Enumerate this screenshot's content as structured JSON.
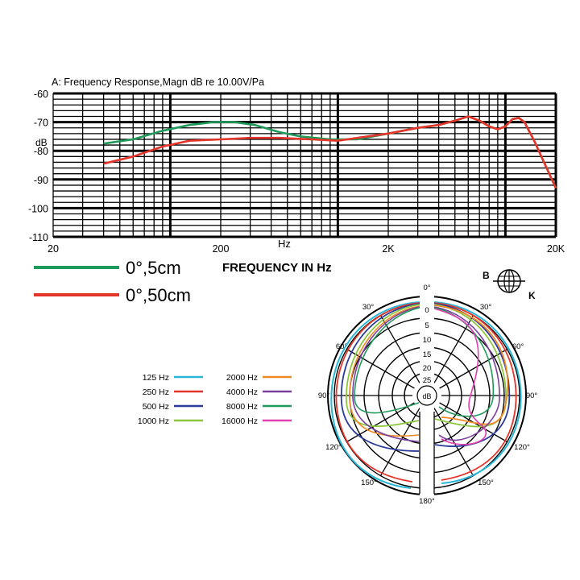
{
  "chart_data": [
    {
      "type": "line",
      "title": "A: Frequency Response,Magn dB re 10.00V/Pa",
      "xlabel": "FREQUENCY IN Hz",
      "x_unit_label": "Hz",
      "ylabel": "dB",
      "x_scale": "log",
      "xlim": [
        20,
        20000
      ],
      "ylim": [
        -110,
        -60
      ],
      "x_tick_labels": [
        "20",
        "200",
        "2K",
        "20K"
      ],
      "x_tick_values": [
        20,
        200,
        2000,
        20000
      ],
      "y_tick_labels": [
        "-60",
        "-70",
        "-80",
        "-90",
        "-100",
        "-110"
      ],
      "y_tick_values": [
        -60,
        -70,
        -80,
        -90,
        -100,
        -110
      ],
      "grid": true,
      "legend_position": "below",
      "series": [
        {
          "name": "0°,5cm",
          "color": "#1f9a5a",
          "x": [
            40,
            60,
            90,
            130,
            180,
            240,
            320,
            450,
            600,
            900,
            1300,
            2000,
            3000,
            4000,
            5000,
            6000,
            7000,
            8000,
            9000,
            10000,
            11000,
            12000,
            13000,
            15000,
            17000,
            20000
          ],
          "y": [
            -77.5,
            -76,
            -73,
            -71,
            -70,
            -70,
            -71,
            -73.5,
            -75,
            -76,
            -76,
            -74,
            -72,
            -71,
            -69.5,
            -68,
            -69.5,
            -71.5,
            -72.5,
            -71.5,
            -69,
            -68.5,
            -70,
            -77,
            -84,
            -93
          ]
        },
        {
          "name": "0°,50cm",
          "color": "#e5342a",
          "x": [
            40,
            60,
            90,
            130,
            200,
            300,
            450,
            700,
            1000,
            1500,
            2000,
            3000,
            4000,
            5000,
            6000,
            7000,
            8000,
            9000,
            10000,
            11000,
            12000,
            13000,
            15000,
            17000,
            20000
          ],
          "y": [
            -84.5,
            -82,
            -78.5,
            -76.5,
            -76,
            -75.5,
            -75.5,
            -76,
            -76.5,
            -75,
            -74,
            -72,
            -71,
            -69.5,
            -68,
            -69.5,
            -71.5,
            -72.5,
            -71.5,
            -69,
            -68.5,
            -70,
            -77,
            -84,
            -93
          ]
        }
      ]
    },
    {
      "type": "polar",
      "r_unit": "dB",
      "angle_labels": [
        "0°",
        "30°",
        "60°",
        "90°",
        "120°",
        "150°",
        "180°",
        "30°",
        "60°",
        "90°",
        "120°",
        "150°"
      ],
      "ring_labels": [
        "0",
        "5",
        "10",
        "15",
        "20",
        "25"
      ],
      "legend": [
        {
          "label": "125 Hz",
          "color": "#29b6d8"
        },
        {
          "label": "250 Hz",
          "color": "#e5342a"
        },
        {
          "label": "500 Hz",
          "color": "#2a3a9a"
        },
        {
          "label": "1000 Hz",
          "color": "#8cc63f"
        },
        {
          "label": "2000 Hz",
          "color": "#f08a24"
        },
        {
          "label": "4000 Hz",
          "color": "#7b3f9e"
        },
        {
          "label": "8000 Hz",
          "color": "#1f9a5a"
        },
        {
          "label": "16000 Hz",
          "color": "#e23fb0"
        }
      ]
    }
  ],
  "logo": {
    "left_letter": "B",
    "right_letter": "K"
  }
}
